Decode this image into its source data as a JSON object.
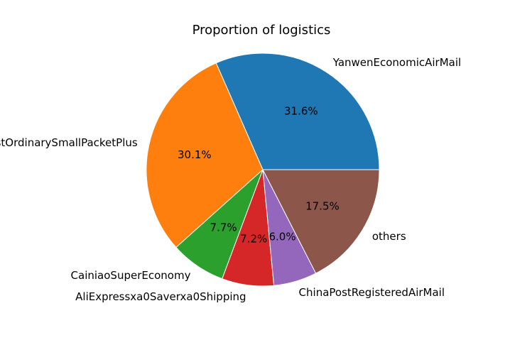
{
  "chart_data": {
    "type": "pie",
    "title": "Proportion of logistics",
    "start_angle_deg": 0,
    "direction": "counterclockwise",
    "slices": [
      {
        "label": "YanwenEconomicAirMail",
        "value": 31.6,
        "pct_text": "31.6%",
        "color": "#1f77b4"
      },
      {
        "label": "ChinaPostOrdinarySmallPacketPlus",
        "value": 30.1,
        "pct_text": "30.1%",
        "color": "#ff7f0e"
      },
      {
        "label": "CainiaoSuperEconomy",
        "value": 7.7,
        "pct_text": "7.7%",
        "color": "#2ca02c"
      },
      {
        "label": "AliExpressxa0Saverxa0Shipping",
        "value": 7.2,
        "pct_text": "7.2%",
        "color": "#d62728"
      },
      {
        "label": "ChinaPostRegisteredAirMail",
        "value": 6.0,
        "pct_text": "6.0%",
        "color": "#9467bd"
      },
      {
        "label": "others",
        "value": 17.5,
        "pct_text": "17.5%",
        "color": "#8c564b"
      }
    ]
  }
}
